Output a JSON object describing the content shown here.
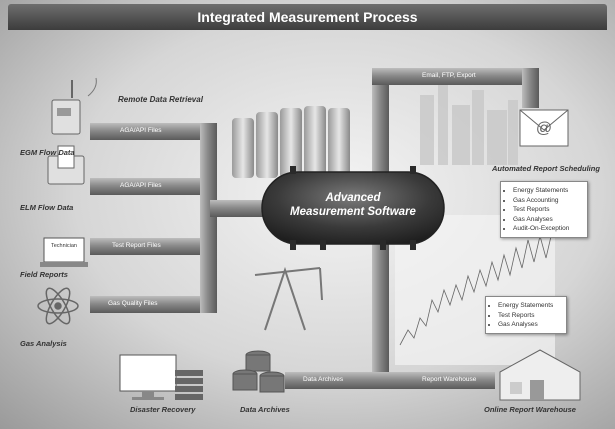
{
  "title": "Integrated Measurement Process",
  "core": {
    "line1": "Advanced",
    "line2": "Measurement Software"
  },
  "sources": [
    {
      "label": "EGM Flow Data",
      "pipe": "AGA/API Files"
    },
    {
      "label": "ELM Flow Data",
      "pipe": "AGA/API Files"
    },
    {
      "label": "Field Reports",
      "pipe": "Test Report Files"
    },
    {
      "label": "Gas Analysis",
      "pipe": "Gas Quality Files"
    }
  ],
  "remote_label": "Remote Data Retrieval",
  "technician_label": "Technician",
  "top_pipe_label": "Email, FTP, Export",
  "automated_label": "Automated Report Scheduling",
  "automated_items": [
    "Energy Statements",
    "Gas Accounting",
    "Test Reports",
    "Gas Analyses",
    "Audit-On-Exception"
  ],
  "online_items": [
    "Energy Statements",
    "Test Reports",
    "Gas Analyses"
  ],
  "bottom": {
    "disaster_label": "Disaster Recovery",
    "archives_label": "Data Archives",
    "archives_pipe": "Data Archives",
    "warehouse_pipe": "Report Warehouse",
    "warehouse_label": "Online Report Warehouse"
  },
  "colors": {
    "pipe": "#8c8c8c",
    "core": "#3a3a3a",
    "header": "#4a4a4a"
  }
}
